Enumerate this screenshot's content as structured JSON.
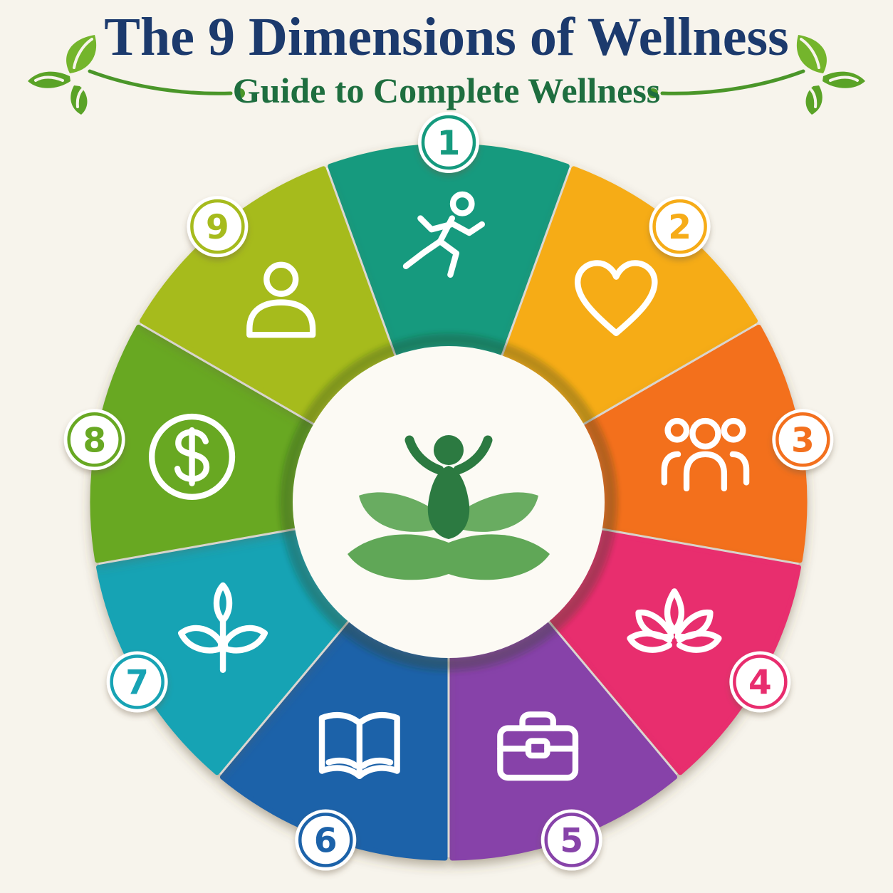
{
  "header": {
    "title": "The 9 Dimensions of Wellness",
    "subtitle": "Guide to Complete Wellness",
    "title_color": "#1c3a6d",
    "subtitle_color": "#1e6e3f",
    "vine_color": "#4a9629",
    "leaf_color": "#74b52c"
  },
  "background_color": "#f7f4ec",
  "wheel": {
    "center_emblem": {
      "icon": "person-lotus-icon",
      "figure_color": "#2c7a41",
      "leaf_color": "#4f9d46",
      "circle_color": "#fcfaf4"
    },
    "segments": [
      {
        "number": "1",
        "icon": "running-person-icon",
        "color": "#159a7e"
      },
      {
        "number": "2",
        "icon": "heart-icon",
        "color": "#f6ac18"
      },
      {
        "number": "3",
        "icon": "people-group-icon",
        "color": "#f3701e"
      },
      {
        "number": "4",
        "icon": "lotus-flower-icon",
        "color": "#e82d6e"
      },
      {
        "number": "5",
        "icon": "briefcase-icon",
        "color": "#8743a9"
      },
      {
        "number": "6",
        "icon": "open-book-icon",
        "color": "#1c62a9"
      },
      {
        "number": "7",
        "icon": "plant-icon",
        "color": "#17a3b4"
      },
      {
        "number": "8",
        "icon": "dollar-circle-icon",
        "color": "#68a823"
      },
      {
        "number": "9",
        "icon": "person-icon",
        "color": "#a6bb1d"
      }
    ]
  }
}
